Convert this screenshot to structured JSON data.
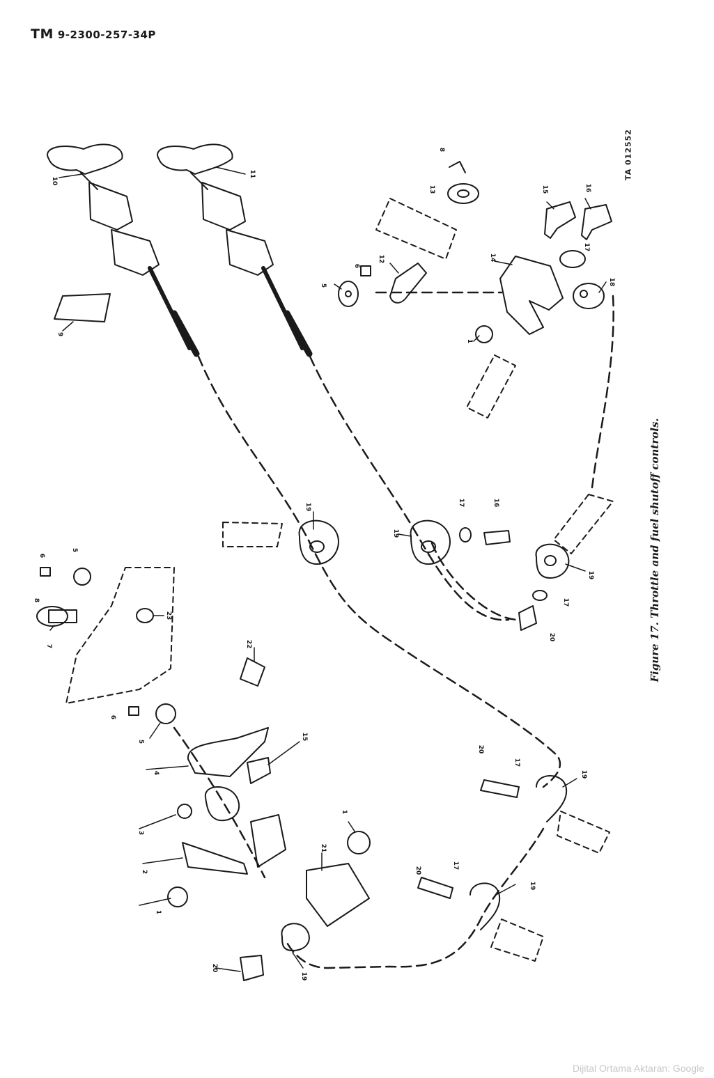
{
  "header": {
    "tm": "TM",
    "doc_number": "9-2300-257-34P"
  },
  "figure": {
    "caption": "Figure 17. Throttle and fuel shutoff controls.",
    "ta_number": "TA 012552"
  },
  "callouts": [
    {
      "id": "c10a",
      "label": "10"
    },
    {
      "id": "c11",
      "label": "11"
    },
    {
      "id": "c9a",
      "label": "9"
    },
    {
      "id": "c8a",
      "label": "8"
    },
    {
      "id": "c13",
      "label": "13"
    },
    {
      "id": "c15a",
      "label": "15"
    },
    {
      "id": "c16a",
      "label": "16"
    },
    {
      "id": "c17a",
      "label": "17"
    },
    {
      "id": "c14",
      "label": "14"
    },
    {
      "id": "c18",
      "label": "18"
    },
    {
      "id": "c12",
      "label": "12"
    },
    {
      "id": "c6a",
      "label": "6"
    },
    {
      "id": "c5a",
      "label": "5"
    },
    {
      "id": "c1a",
      "label": "1"
    },
    {
      "id": "c19a",
      "label": "19"
    },
    {
      "id": "c19b",
      "label": "19"
    },
    {
      "id": "c17b",
      "label": "17"
    },
    {
      "id": "c16b",
      "label": "16"
    },
    {
      "id": "c19c",
      "label": "19"
    },
    {
      "id": "c17c",
      "label": "17"
    },
    {
      "id": "c20a",
      "label": "20"
    },
    {
      "id": "c6b",
      "label": "6"
    },
    {
      "id": "c5b",
      "label": "5"
    },
    {
      "id": "c8b",
      "label": "8"
    },
    {
      "id": "c7",
      "label": "7"
    },
    {
      "id": "c23",
      "label": "23"
    },
    {
      "id": "c22",
      "label": "22"
    },
    {
      "id": "c6c",
      "label": "6"
    },
    {
      "id": "c5c",
      "label": "5"
    },
    {
      "id": "c4",
      "label": "4"
    },
    {
      "id": "c15b",
      "label": "15"
    },
    {
      "id": "c3",
      "label": "3"
    },
    {
      "id": "c2",
      "label": "2"
    },
    {
      "id": "c1b",
      "label": "1"
    },
    {
      "id": "c21",
      "label": "21"
    },
    {
      "id": "c1c",
      "label": "1"
    },
    {
      "id": "c20b",
      "label": "20"
    },
    {
      "id": "c17d",
      "label": "17"
    },
    {
      "id": "c19d",
      "label": "19"
    },
    {
      "id": "c20c",
      "label": "20"
    },
    {
      "id": "c17e",
      "label": "17"
    },
    {
      "id": "c19e",
      "label": "19"
    },
    {
      "id": "c20d",
      "label": "20"
    },
    {
      "id": "c19f",
      "label": "19"
    }
  ],
  "footer": {
    "scanner_credit": "Dijital Ortama Aktaran: Google"
  }
}
